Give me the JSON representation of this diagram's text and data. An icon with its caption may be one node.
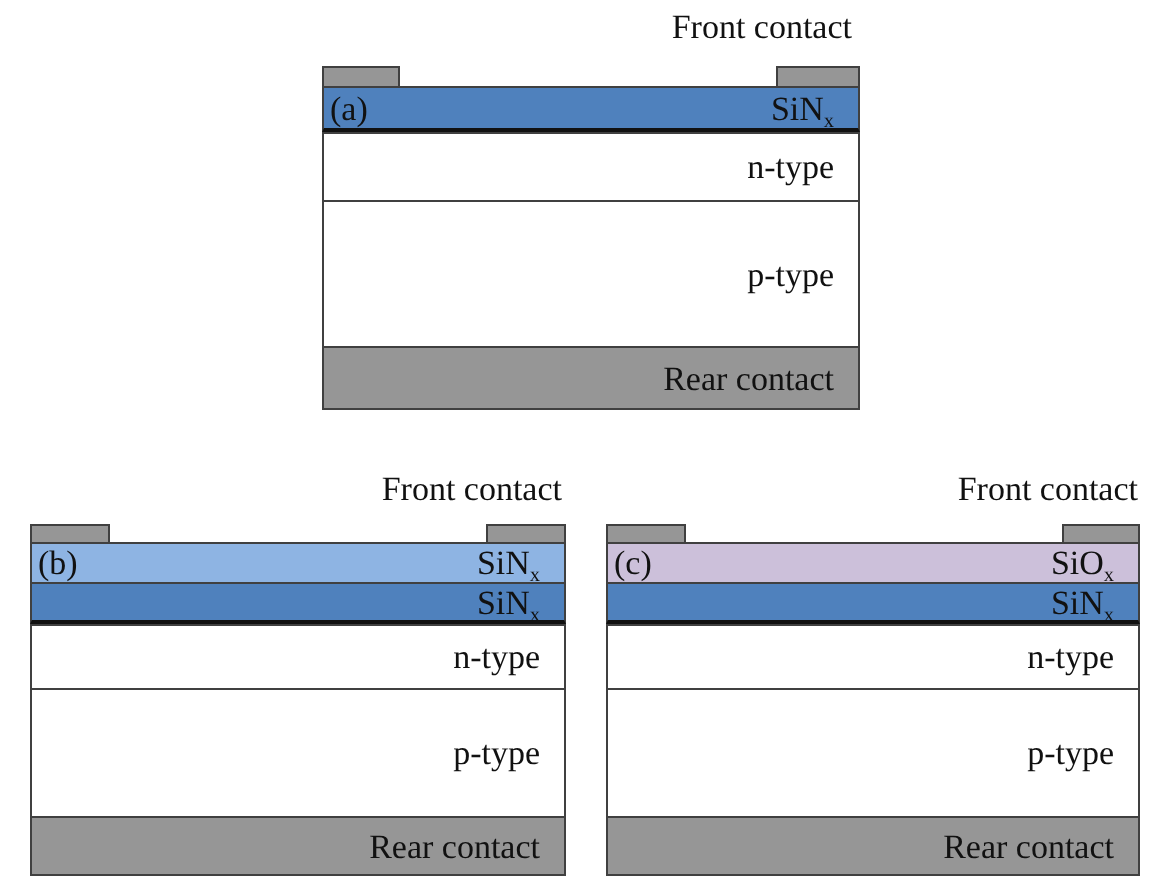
{
  "diagram": {
    "nodes": [
      {
        "text": [],
        "shape": "bar"
      },
      {
        "text": [],
        "shape": "bar"
      },
      {
        "text": [
          "(a)",
          "SiN$_{x}$"
        ]
      },
      {
        "text": [
          "n-type"
        ]
      },
      {
        "text": [
          "p-type"
        ]
      },
      {
        "text": [
          "Rear contact"
        ]
      },
      {
        "text": [],
        "shape": "bar"
      },
      {
        "text": [],
        "shape": "bar"
      },
      {
        "text": [
          "(b)",
          "SiN$_{x}$"
        ]
      },
      {
        "text": [
          "SiN$_{x}$"
        ]
      },
      {
        "text": [
          "n-type"
        ]
      },
      {
        "text": [
          "p-type"
        ]
      },
      {
        "text": [
          "Rear contact"
        ]
      },
      {
        "text": [],
        "shape": "bar"
      },
      {
        "text": [],
        "shape": "bar"
      },
      {
        "text": [
          "(c)",
          "SiO$_{x}$"
        ]
      },
      {
        "text": [
          "SiN$_{x}$"
        ]
      },
      {
        "text": [
          "n-type"
        ]
      },
      {
        "text": [
          "p-type"
        ]
      },
      {
        "text": [
          "Rear contact"
        ]
      }
    ],
    "labels": [
      "Front contact",
      "Front contact",
      "Front contact"
    ]
  }
}
